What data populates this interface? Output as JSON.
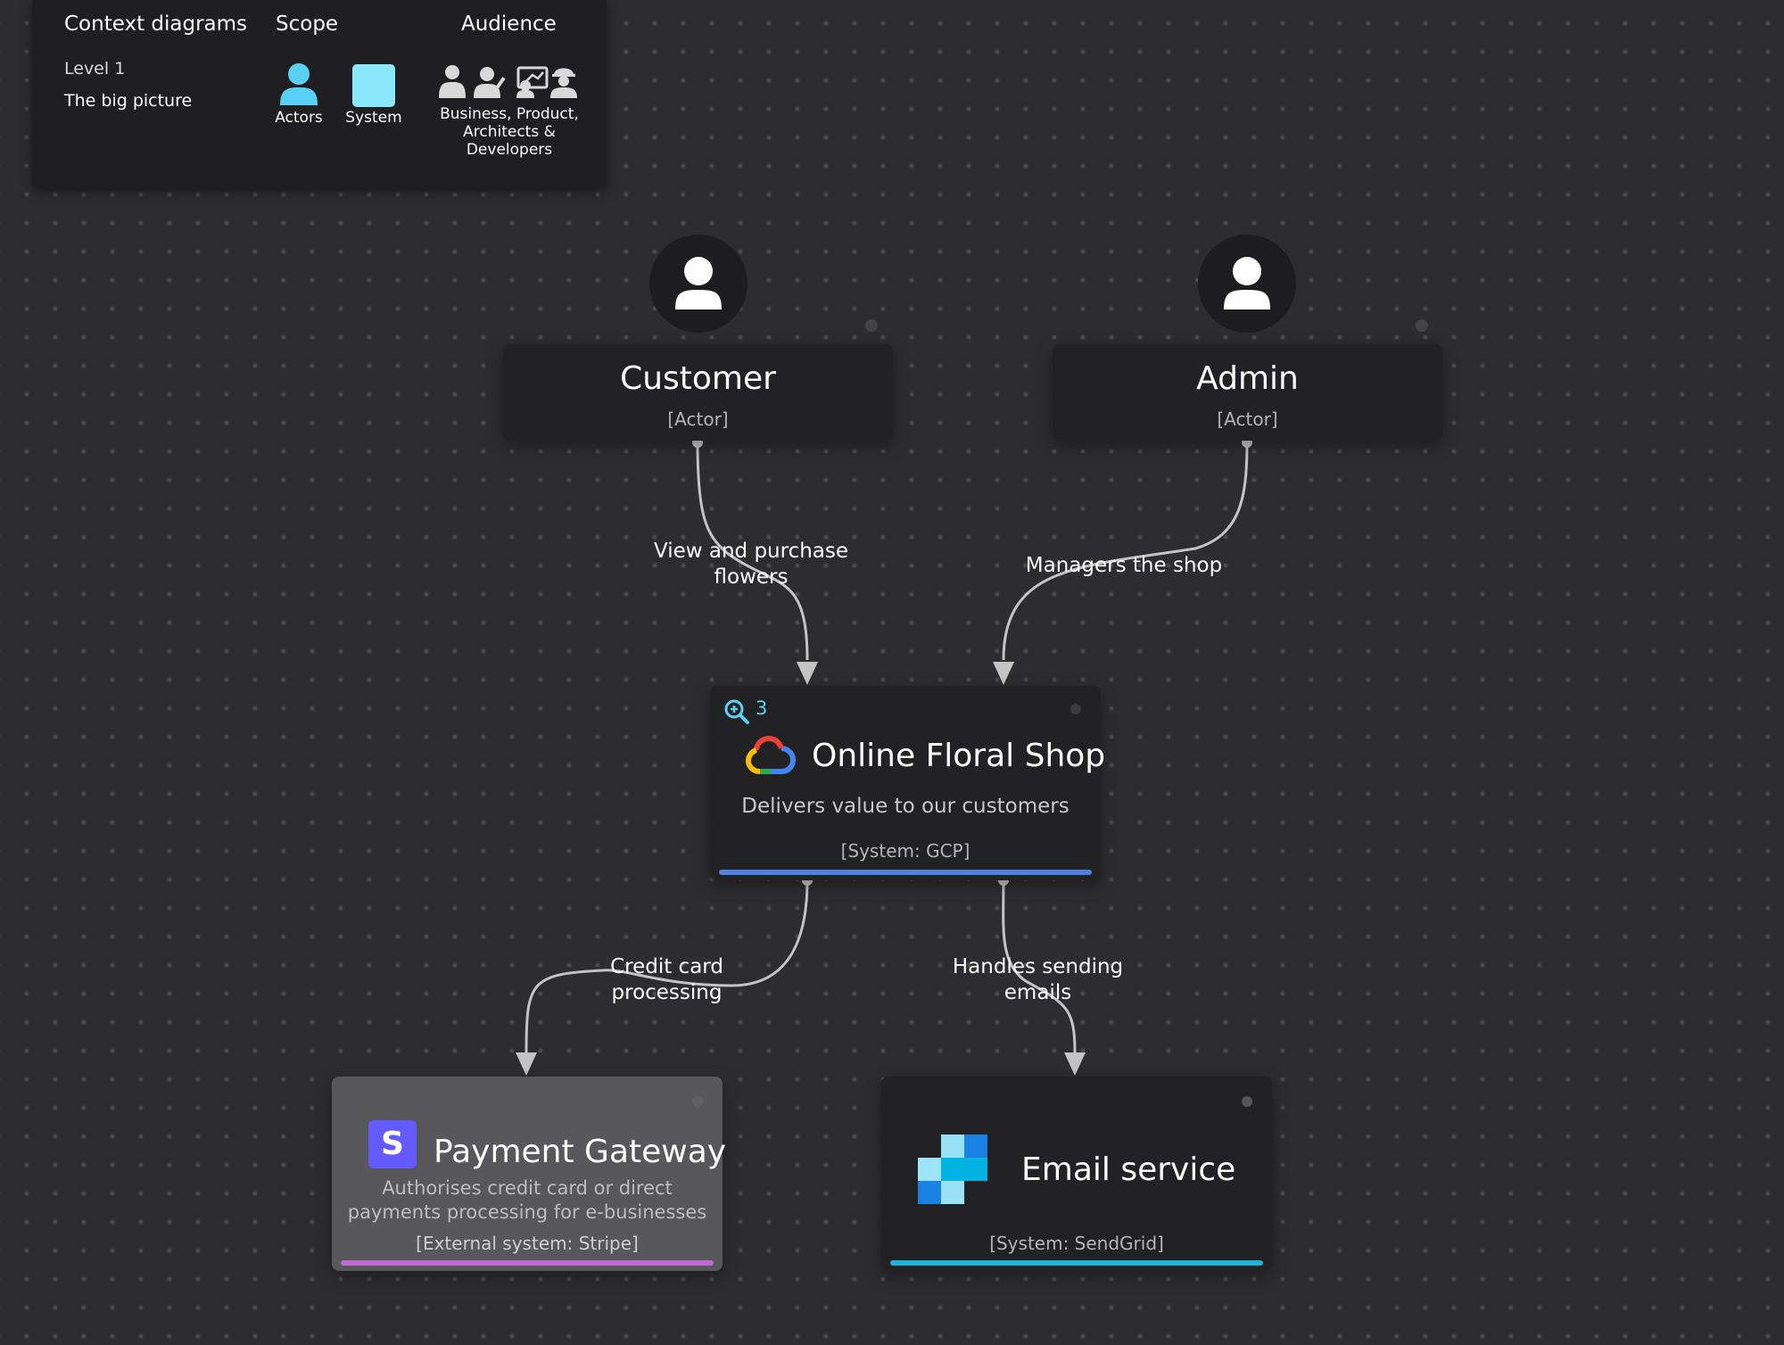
{
  "legend": {
    "heading": "Context diagrams",
    "level": "Level 1",
    "level_desc": "The big picture",
    "scope_heading": "Scope",
    "scope_actors": "Actors",
    "scope_system": "System",
    "audience_heading": "Audience",
    "audience_line1": "Business, Product,",
    "audience_line2": "Architects &",
    "audience_line3": "Developers",
    "colors": {
      "actor": "#5bd0f5",
      "system": "#8be8fb"
    }
  },
  "nodes": {
    "customer": {
      "title": "Customer",
      "type": "[Actor]",
      "icon": "user-icon"
    },
    "admin": {
      "title": "Admin",
      "type": "[Actor]",
      "icon": "user-icon"
    },
    "shop": {
      "zoom_count": "3",
      "title": "Online Floral Shop",
      "desc": "Delivers value to our customers",
      "type": "[System: GCP]",
      "icon": "google-cloud-icon",
      "accent": "#4f7fe0"
    },
    "payment": {
      "title": "Payment Gateway",
      "desc_line1": "Authorises credit card or direct",
      "desc_line2": "payments processing for e-businesses",
      "type": "[External system: Stripe]",
      "icon_letter": "S",
      "icon": "stripe-icon",
      "accent": "#c06ad8"
    },
    "email": {
      "title": "Email service",
      "type": "[System: SendGrid]",
      "icon": "sendgrid-icon",
      "accent": "#19b6da"
    }
  },
  "edges": {
    "customer_shop_l1": "View and purchase",
    "customer_shop_l2": "flowers",
    "admin_shop": "Managers the shop",
    "shop_payment_l1": "Credit card",
    "shop_payment_l2": "processing",
    "shop_email_l1": "Handles sending",
    "shop_email_l2": "emails"
  }
}
